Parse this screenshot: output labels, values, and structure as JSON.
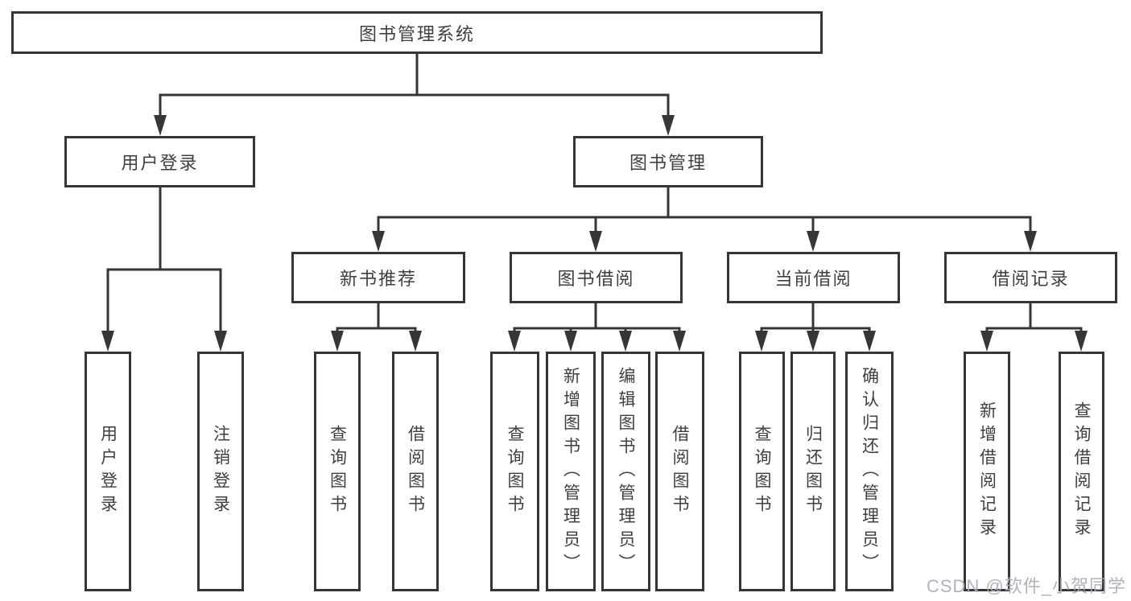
{
  "colors": {
    "line": "#363636",
    "box_border": "#363636",
    "box_background": "#ffffff",
    "text": "#3f3f3f",
    "watermark": "#a9adb5"
  },
  "watermark": {
    "text": "CSDN @软件_小贺同学"
  },
  "tree": {
    "root": "图书管理系统",
    "branches": [
      {
        "label": "用户登录",
        "children": [
          "用户登录",
          "注销登录"
        ]
      },
      {
        "label": "图书管理",
        "groups": [
          {
            "label": "新书推荐",
            "children": [
              "查询图书",
              "借阅图书"
            ]
          },
          {
            "label": "图书借阅",
            "children": [
              "查询图书",
              "新增图书（管理员）",
              "编辑图书（管理员）",
              "借阅图书"
            ]
          },
          {
            "label": "当前借阅",
            "children": [
              "查询图书",
              "归还图书",
              "确认归还（管理员）"
            ]
          },
          {
            "label": "借阅记录",
            "children": [
              "新增借阅记录",
              "查询借阅记录"
            ]
          }
        ]
      }
    ]
  }
}
